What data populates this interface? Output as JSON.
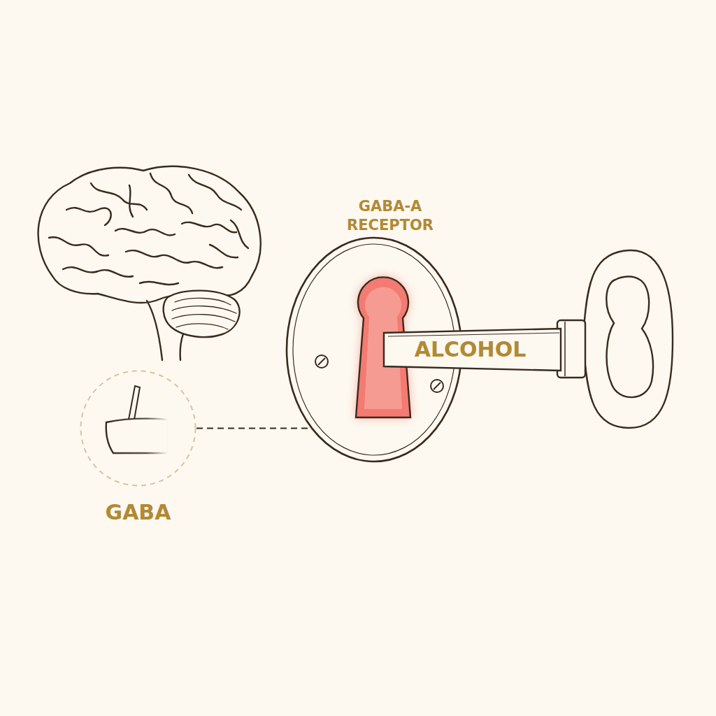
{
  "diagram": {
    "nodes": [
      {
        "text": [
          "GABA"
        ]
      },
      {
        "text": [
          "GABA-A RECEPTOR"
        ]
      },
      {
        "text": [
          "ALCOHOL"
        ]
      }
    ],
    "edges": [
      {
        "from": 0,
        "to": 1,
        "arrow": "none"
      }
    ]
  }
}
